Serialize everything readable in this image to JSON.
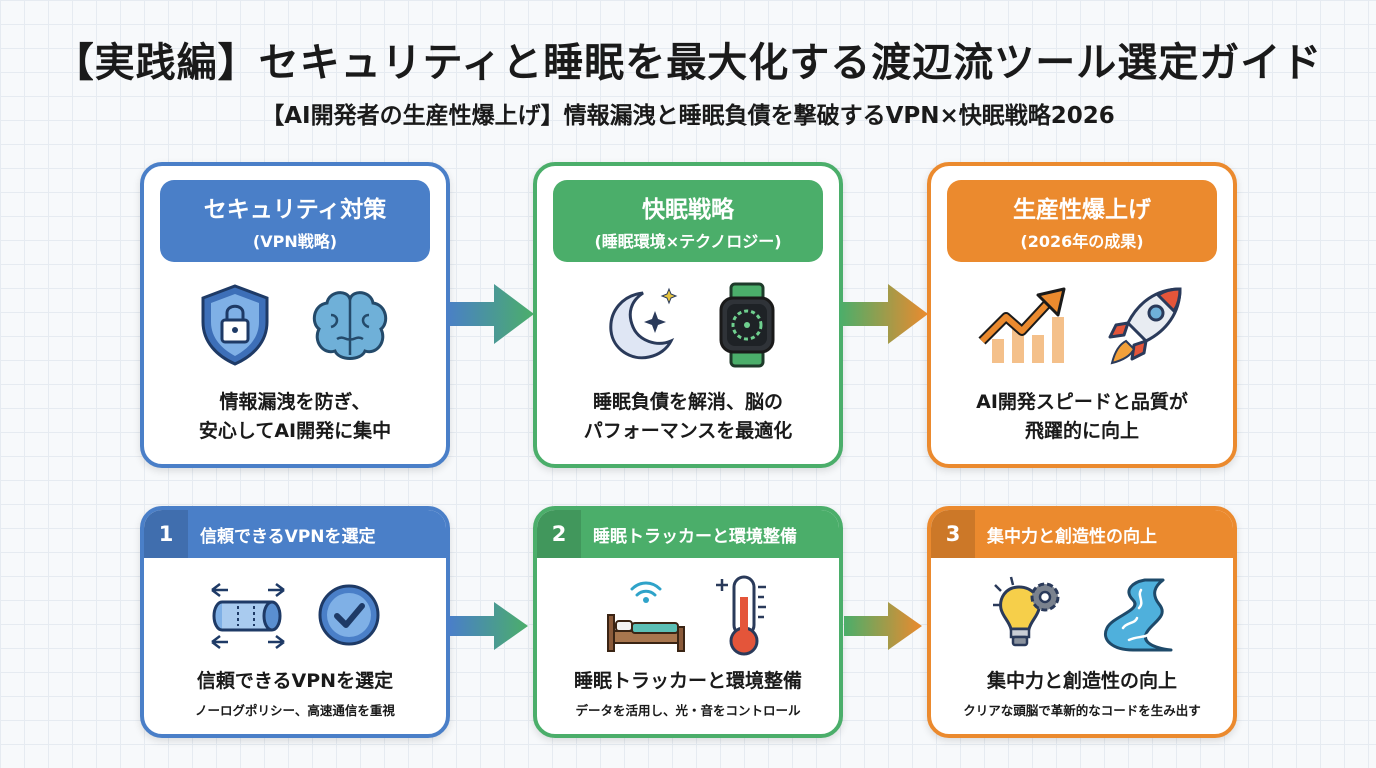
{
  "title": "【実践編】セキュリティと睡眠を最大化する渡辺流ツール選定ガイド",
  "subtitle": "【AI開発者の生産性爆上げ】情報漏洩と睡眠負債を撃破するVPN×快眠戦略2026",
  "colors": {
    "blue": "#4a7fc8",
    "green": "#4bae6a",
    "orange": "#eb8a2e"
  },
  "pillars": [
    {
      "title": "セキュリティ対策",
      "subtitle": "(VPN戦略)",
      "icons": [
        "shield-lock-icon",
        "brain-icon"
      ],
      "desc_line1": "情報漏洩を防ぎ、",
      "desc_line2": "安心してAI開発に集中"
    },
    {
      "title": "快眠戦略",
      "subtitle": "(睡眠環境×テクノロジー)",
      "icons": [
        "moon-stars-icon",
        "smartwatch-icon"
      ],
      "desc_line1": "睡眠負債を解消、脳の",
      "desc_line2": "パフォーマンスを最適化"
    },
    {
      "title": "生産性爆上げ",
      "subtitle": "(2026年の成果)",
      "icons": [
        "growth-chart-icon",
        "rocket-icon"
      ],
      "desc_line1": "AI開発スピードと品質が",
      "desc_line2": "飛躍的に向上"
    }
  ],
  "steps": [
    {
      "number": "1",
      "label": "信頼できるVPNを選定",
      "icons": [
        "vpn-tunnel-icon",
        "checkmark-icon"
      ],
      "title": "信頼できるVPNを選定",
      "desc": "ノーログポリシー、高速通信を重視"
    },
    {
      "number": "2",
      "label": "睡眠トラッカーと環境整備",
      "icons": [
        "bed-wifi-icon",
        "thermometer-icon"
      ],
      "title": "睡眠トラッカーと環境整備",
      "desc": "データを活用し、光・音をコントロール"
    },
    {
      "number": "3",
      "label": "集中力と創造性の向上",
      "icons": [
        "lightbulb-gear-icon",
        "river-flow-icon"
      ],
      "title": "集中力と創造性の向上",
      "desc": "クリアな頭脳で革新的なコードを生み出す"
    }
  ]
}
